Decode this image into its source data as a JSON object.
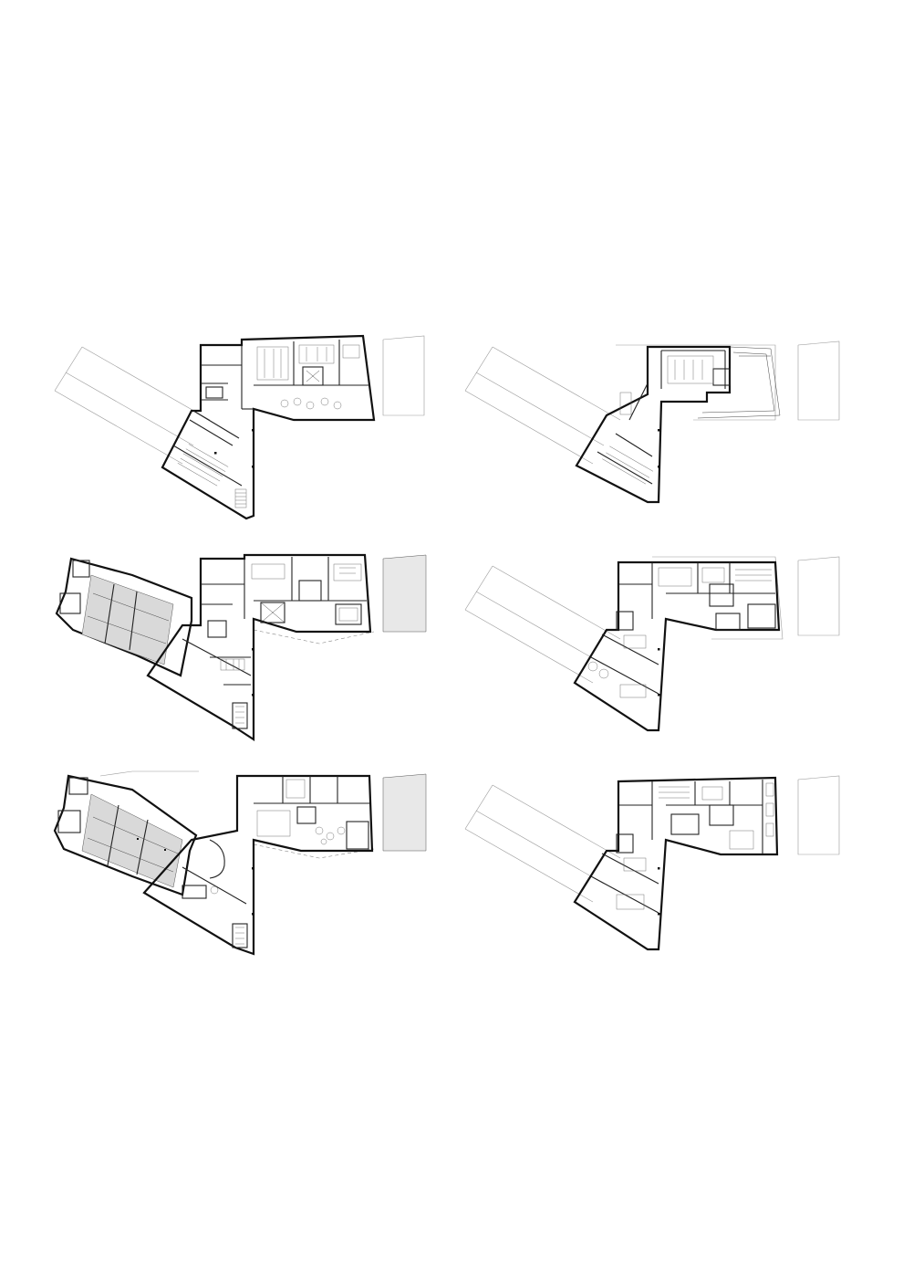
{
  "sheet": {
    "background": "#ffffff",
    "line_color": "#111111",
    "context_color": "#9a9a9a",
    "fill_color": "#d9d9d9"
  },
  "plans": [
    {
      "id": "plan-left-top",
      "column": "left",
      "row": 1
    },
    {
      "id": "plan-right-top",
      "column": "right",
      "row": 1
    },
    {
      "id": "plan-left-middle",
      "column": "left",
      "row": 2
    },
    {
      "id": "plan-right-middle",
      "column": "right",
      "row": 2
    },
    {
      "id": "plan-left-bottom",
      "column": "left",
      "row": 3
    },
    {
      "id": "plan-right-bottom",
      "column": "right",
      "row": 3
    }
  ]
}
